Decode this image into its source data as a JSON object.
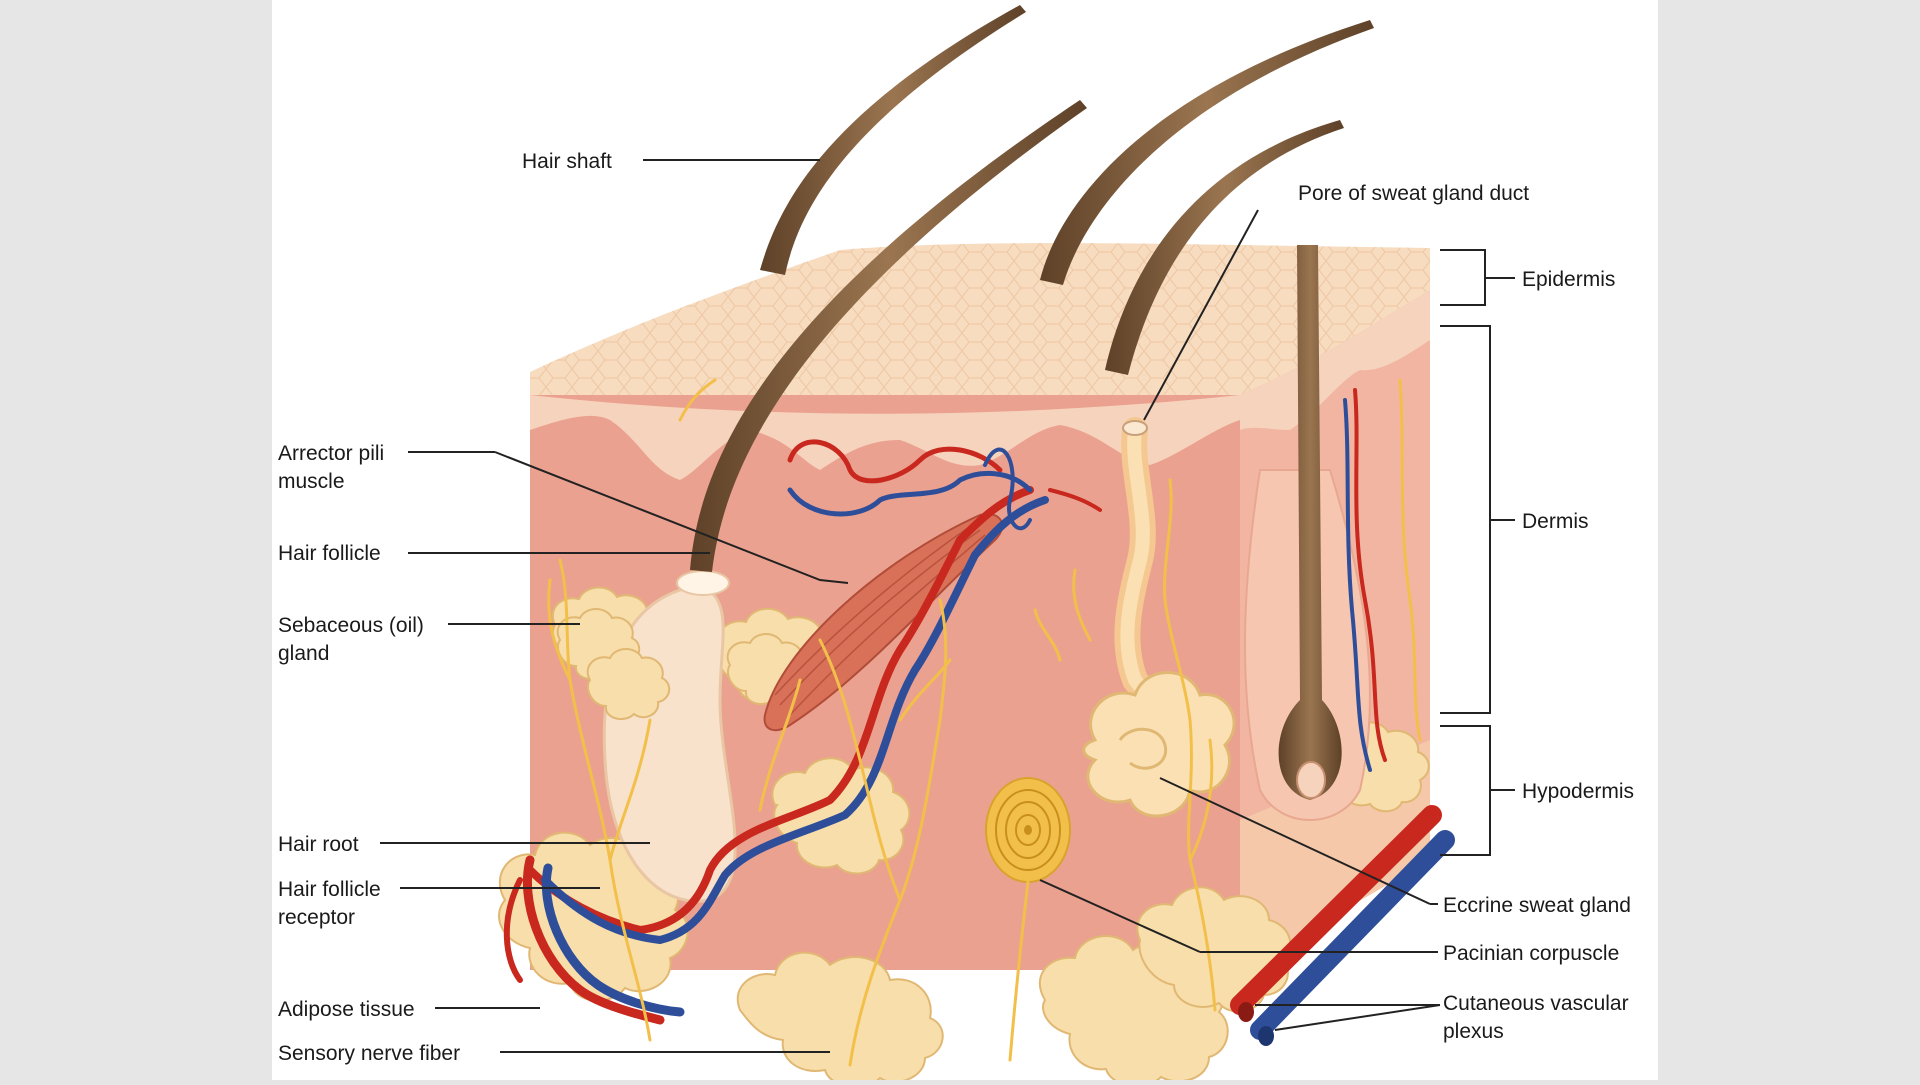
{
  "labels": {
    "hair_shaft": "Hair shaft",
    "arrector_pili_muscle": [
      "Arrector pili",
      "muscle"
    ],
    "hair_follicle": "Hair follicle",
    "sebaceous_gland": [
      "Sebaceous (oil)",
      "gland"
    ],
    "hair_root": "Hair root",
    "hair_follicle_receptor": [
      "Hair follicle",
      "receptor"
    ],
    "adipose_tissue": "Adipose tissue",
    "sensory_nerve_fiber": "Sensory nerve fiber",
    "pore_of_sweat_gland_duct": "Pore of sweat gland duct",
    "epidermis": "Epidermis",
    "dermis": "Dermis",
    "hypodermis": "Hypodermis",
    "eccrine_sweat_gland": "Eccrine sweat gland",
    "pacinian_corpuscle": "Pacinian corpuscle",
    "cutaneous_vascular_plexus": [
      "Cutaneous vascular",
      "plexus"
    ]
  },
  "colors": {
    "background": "#e6e6e6",
    "panel": "#ffffff",
    "epidermis": "#f7dcc0",
    "dermis": "#eba18f",
    "dermis_side": "#f1b5a2",
    "adipose": "#f8deaa",
    "hair": "#7a5a3c",
    "artery": "#c8281e",
    "vein": "#2f4e9a",
    "nerve": "#f2c04a",
    "leader_line": "#222222"
  }
}
